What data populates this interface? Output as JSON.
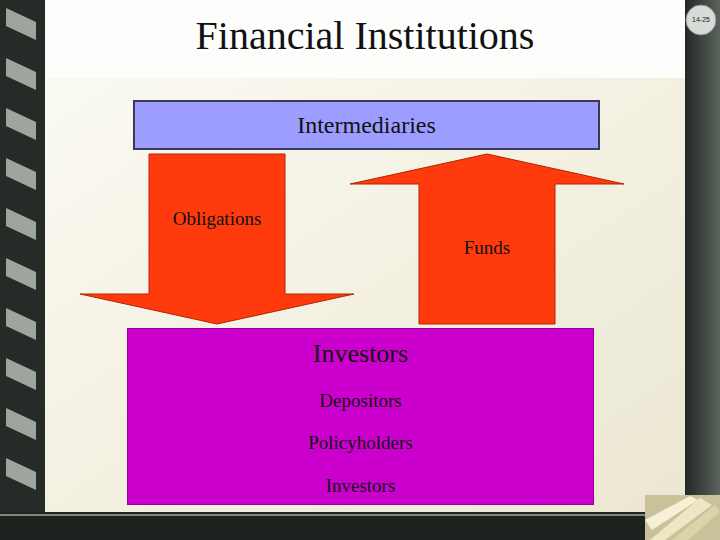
{
  "diagram": {
    "title": "Financial Institutions",
    "nodes": [
      {
        "text": [
          "Intermediaries"
        ]
      },
      {
        "text": [
          "Investors",
          "Depositors",
          "Policyholders",
          "Investors"
        ]
      }
    ],
    "edges": [
      {
        "from": 0,
        "to": 1,
        "label": "Obligations",
        "arrow": "to"
      },
      {
        "from": 1,
        "to": 0,
        "label": "Funds",
        "arrow": "to"
      }
    ],
    "labels": [
      "14-25"
    ]
  }
}
